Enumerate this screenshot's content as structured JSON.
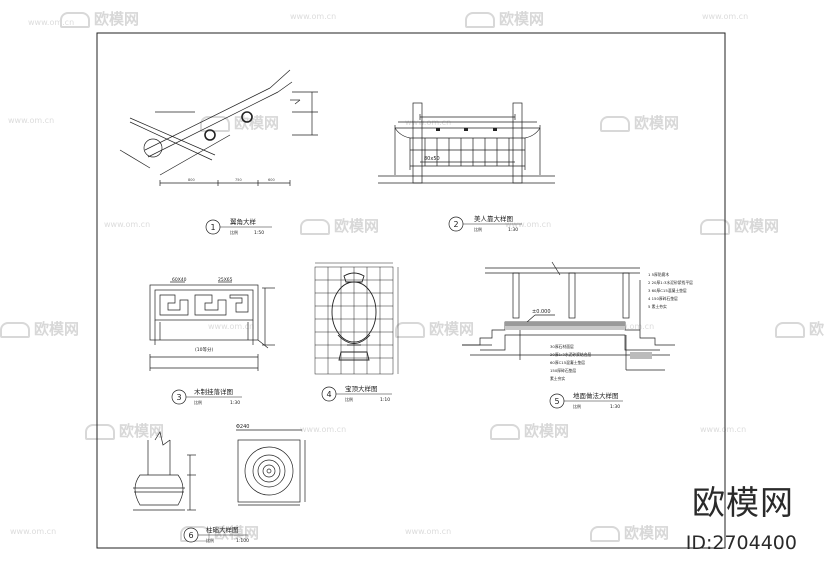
{
  "watermark": {
    "logo_text": "欧模网",
    "url_text": "www.om.cn"
  },
  "brand": {
    "name": "欧模网",
    "id_text": "ID:2704400"
  },
  "details": [
    {
      "number": "1",
      "title": "翼角大样",
      "scale_label": "比例",
      "scale": "1:50"
    },
    {
      "number": "2",
      "title": "美人靠大样图",
      "scale_label": "比例",
      "scale": "1:30"
    },
    {
      "number": "3",
      "title": "木制挂落详图",
      "scale_label": "比例",
      "scale": "1:30"
    },
    {
      "number": "4",
      "title": "宝顶大样图",
      "scale_label": "比例",
      "scale": "1:10"
    },
    {
      "number": "5",
      "title": "地面做法大样图",
      "scale_label": "比例",
      "scale": "1:30"
    },
    {
      "number": "6",
      "title": "柱础大样图",
      "scale_label": "比例",
      "scale": "1:100"
    }
  ],
  "annotations": {
    "d2_section": "80x50",
    "d3_left": "60X40",
    "d3_right": "25X65",
    "d3_bottom": "(10等分)",
    "d5_elevation": "±0.000",
    "d6_diameter": "Φ240"
  },
  "d5_notes_right": [
    "1 5厚防腐木",
    "2 20厚1:3水泥砂浆找平层",
    "3 60厚C15混凝土垫层",
    "4 150厚碎石垫层",
    "5 素土夯实"
  ],
  "d5_notes_left": [
    "30厚石材面层",
    "20厚1:3水泥砂浆结合层",
    "60厚C15混凝土垫层",
    "150厚碎石垫层",
    "素土夯实"
  ]
}
